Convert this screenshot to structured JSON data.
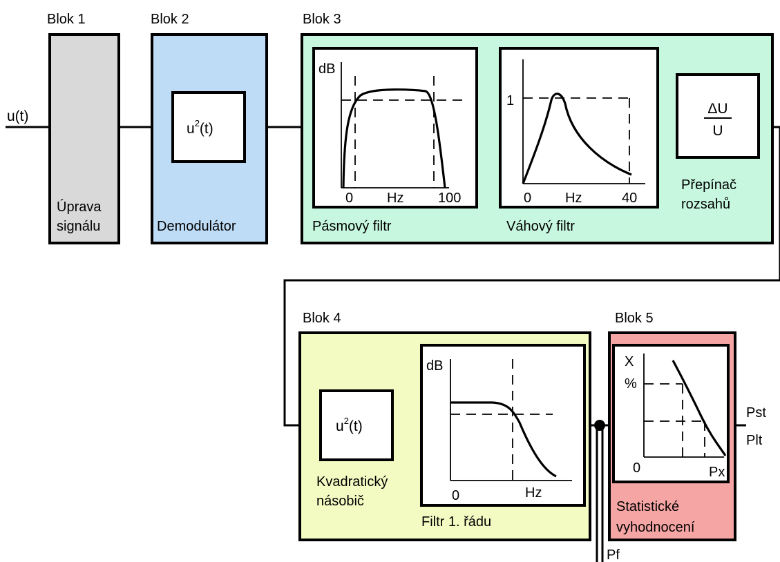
{
  "colors": {
    "blok1": "#d9d9d9",
    "blok2": "#bfdcf7",
    "blok3": "#c7f8df",
    "blok4": "#f3fbc2",
    "blok5": "#f6a5a5"
  },
  "input": {
    "label": "u(t)"
  },
  "blok1": {
    "title": "Blok 1",
    "caption1": "Úprava",
    "caption2": "signálu"
  },
  "blok2": {
    "title": "Blok 2",
    "caption": "Demodulátor",
    "inner": {
      "base": "u",
      "sup": "2",
      "rest": "(t)"
    }
  },
  "blok3": {
    "title": "Blok 3",
    "filter1": {
      "caption": "Pásmový filtr",
      "y": "dB",
      "x_unit": "Hz",
      "x_min": "0",
      "x_max": "100"
    },
    "filter2": {
      "caption": "Váhový filtr",
      "y_tick": "1",
      "x_unit": "Hz",
      "x_min": "0",
      "x_max": "40"
    },
    "switch": {
      "num": "ΔU",
      "den": "U",
      "caption1": "Přepínač",
      "caption2": "rozsahů"
    }
  },
  "blok4": {
    "title": "Blok 4",
    "inner": {
      "base": "u",
      "sup": "2",
      "rest": "(t)"
    },
    "caption1": "Kvadratický",
    "caption2": "násobič",
    "filter": {
      "caption": "Filtr 1. řádu",
      "y": "dB",
      "x_min": "0",
      "x_unit": "Hz"
    }
  },
  "blok5": {
    "title": "Blok 5",
    "chart": {
      "y1": "X",
      "y2": "%",
      "x_min": "0",
      "x_max": "Px"
    },
    "caption1": "Statistické",
    "caption2": "vyhodnocení"
  },
  "outputs": {
    "pst": "Pst",
    "plt": "Plt",
    "pf": "Pf"
  }
}
